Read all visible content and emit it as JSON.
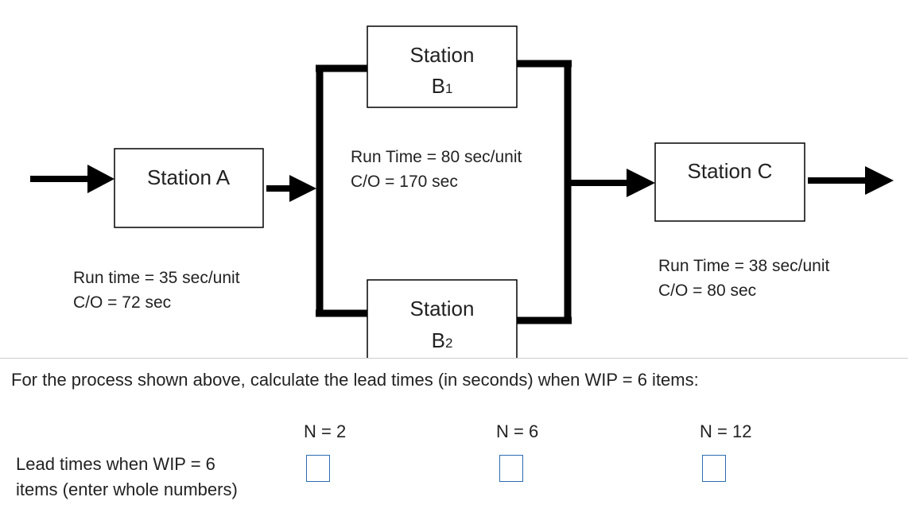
{
  "diagram": {
    "station_a": {
      "label": "Station A",
      "run_time": "Run time = 35 sec/unit",
      "changeover": "C/O = 72 sec"
    },
    "station_b1": {
      "label_line1": "Station",
      "label_base": "B",
      "label_sub": "1"
    },
    "station_b2": {
      "label_line1": "Station",
      "label_base": "B",
      "label_sub": "2"
    },
    "station_b": {
      "run_time": "Run Time = 80 sec/unit",
      "changeover": "C/O = 170 sec"
    },
    "station_c": {
      "label": "Station C",
      "run_time": "Run Time = 38 sec/unit",
      "changeover": "C/O = 80 sec"
    }
  },
  "question": {
    "text": "For the process shown above, calculate the lead times (in seconds) when WIP = 6 items:",
    "columns": [
      "N = 2",
      "N = 6",
      "N = 12"
    ],
    "row_label_line1": "Lead times when WIP = 6",
    "row_label_line2": "items (enter whole numbers)",
    "answers": [
      "",
      "",
      ""
    ]
  }
}
